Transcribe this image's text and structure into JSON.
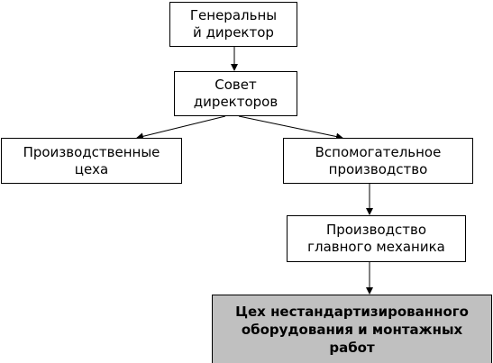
{
  "org_chart": {
    "ceo": "Генеральны\nй директор",
    "board": "Совет\nдиректоров",
    "production_shops": "Производственные\nцеха",
    "auxiliary": "Вспомогательное\nпроизводство",
    "chief_mechanic": "Производство\nглавного механика",
    "nonstandard_shop": "Цех нестандартизированного\nоборудования и монтажных\nработ"
  },
  "colors": {
    "highlight_fill": "#c0c0c0",
    "box_border": "#000000",
    "background": "#ffffff"
  }
}
